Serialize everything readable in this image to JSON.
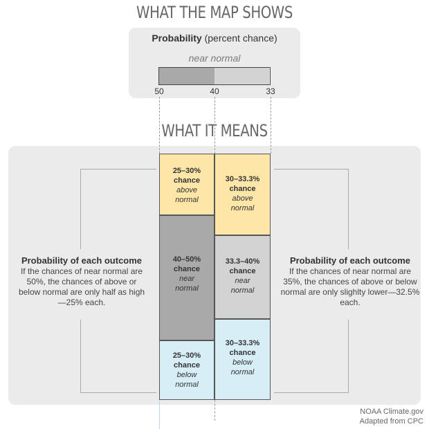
{
  "map_section": {
    "heading": "WHAT  THE MAP SHOWS",
    "legend_title_bold": "Probability",
    "legend_title_rest": " (percent chance)",
    "category_label": "near normal",
    "scale_ticks": [
      "50",
      "40",
      "33"
    ],
    "scale_colors": [
      "#a9a9a9",
      "#d3d3d3"
    ]
  },
  "meaning_section": {
    "heading": "WHAT IT MEANS",
    "left_column": {
      "above": {
        "range": "25–30%",
        "chance": "chance",
        "category": "above",
        "normal": "normal"
      },
      "near": {
        "range": "40–50%",
        "chance": "chance",
        "category": "near",
        "normal": "normal"
      },
      "below": {
        "range": "25–30%",
        "chance": "chance",
        "category": "below",
        "normal": "normal"
      }
    },
    "right_column": {
      "above": {
        "range": "30–33.3%",
        "chance": "chance",
        "category": "above",
        "normal": "normal"
      },
      "near": {
        "range": "33.3–40%",
        "chance": "chance",
        "category": "near",
        "normal": "normal"
      },
      "below": {
        "range": "30–33.3%",
        "chance": "chance",
        "category": "below",
        "normal": "normal"
      }
    },
    "left_note": {
      "title": "Probability of each outcome",
      "body": "If the chances of near normal are 50%, the chances of above or below normal are only half as high—25% each."
    },
    "right_note": {
      "title": "Probability of each outcome",
      "body": "If the chances of near normal are 35%, the chances of above or below normal are only slighlty lower—32.5% each."
    },
    "colors": {
      "above": "#fde6a8",
      "near_dark": "#a9a9a9",
      "near_light": "#d3d3d3",
      "below": "#d7eef6"
    }
  },
  "credits": {
    "line1": "NOAA Climate.gov",
    "line2": "Adapted from CPC"
  }
}
